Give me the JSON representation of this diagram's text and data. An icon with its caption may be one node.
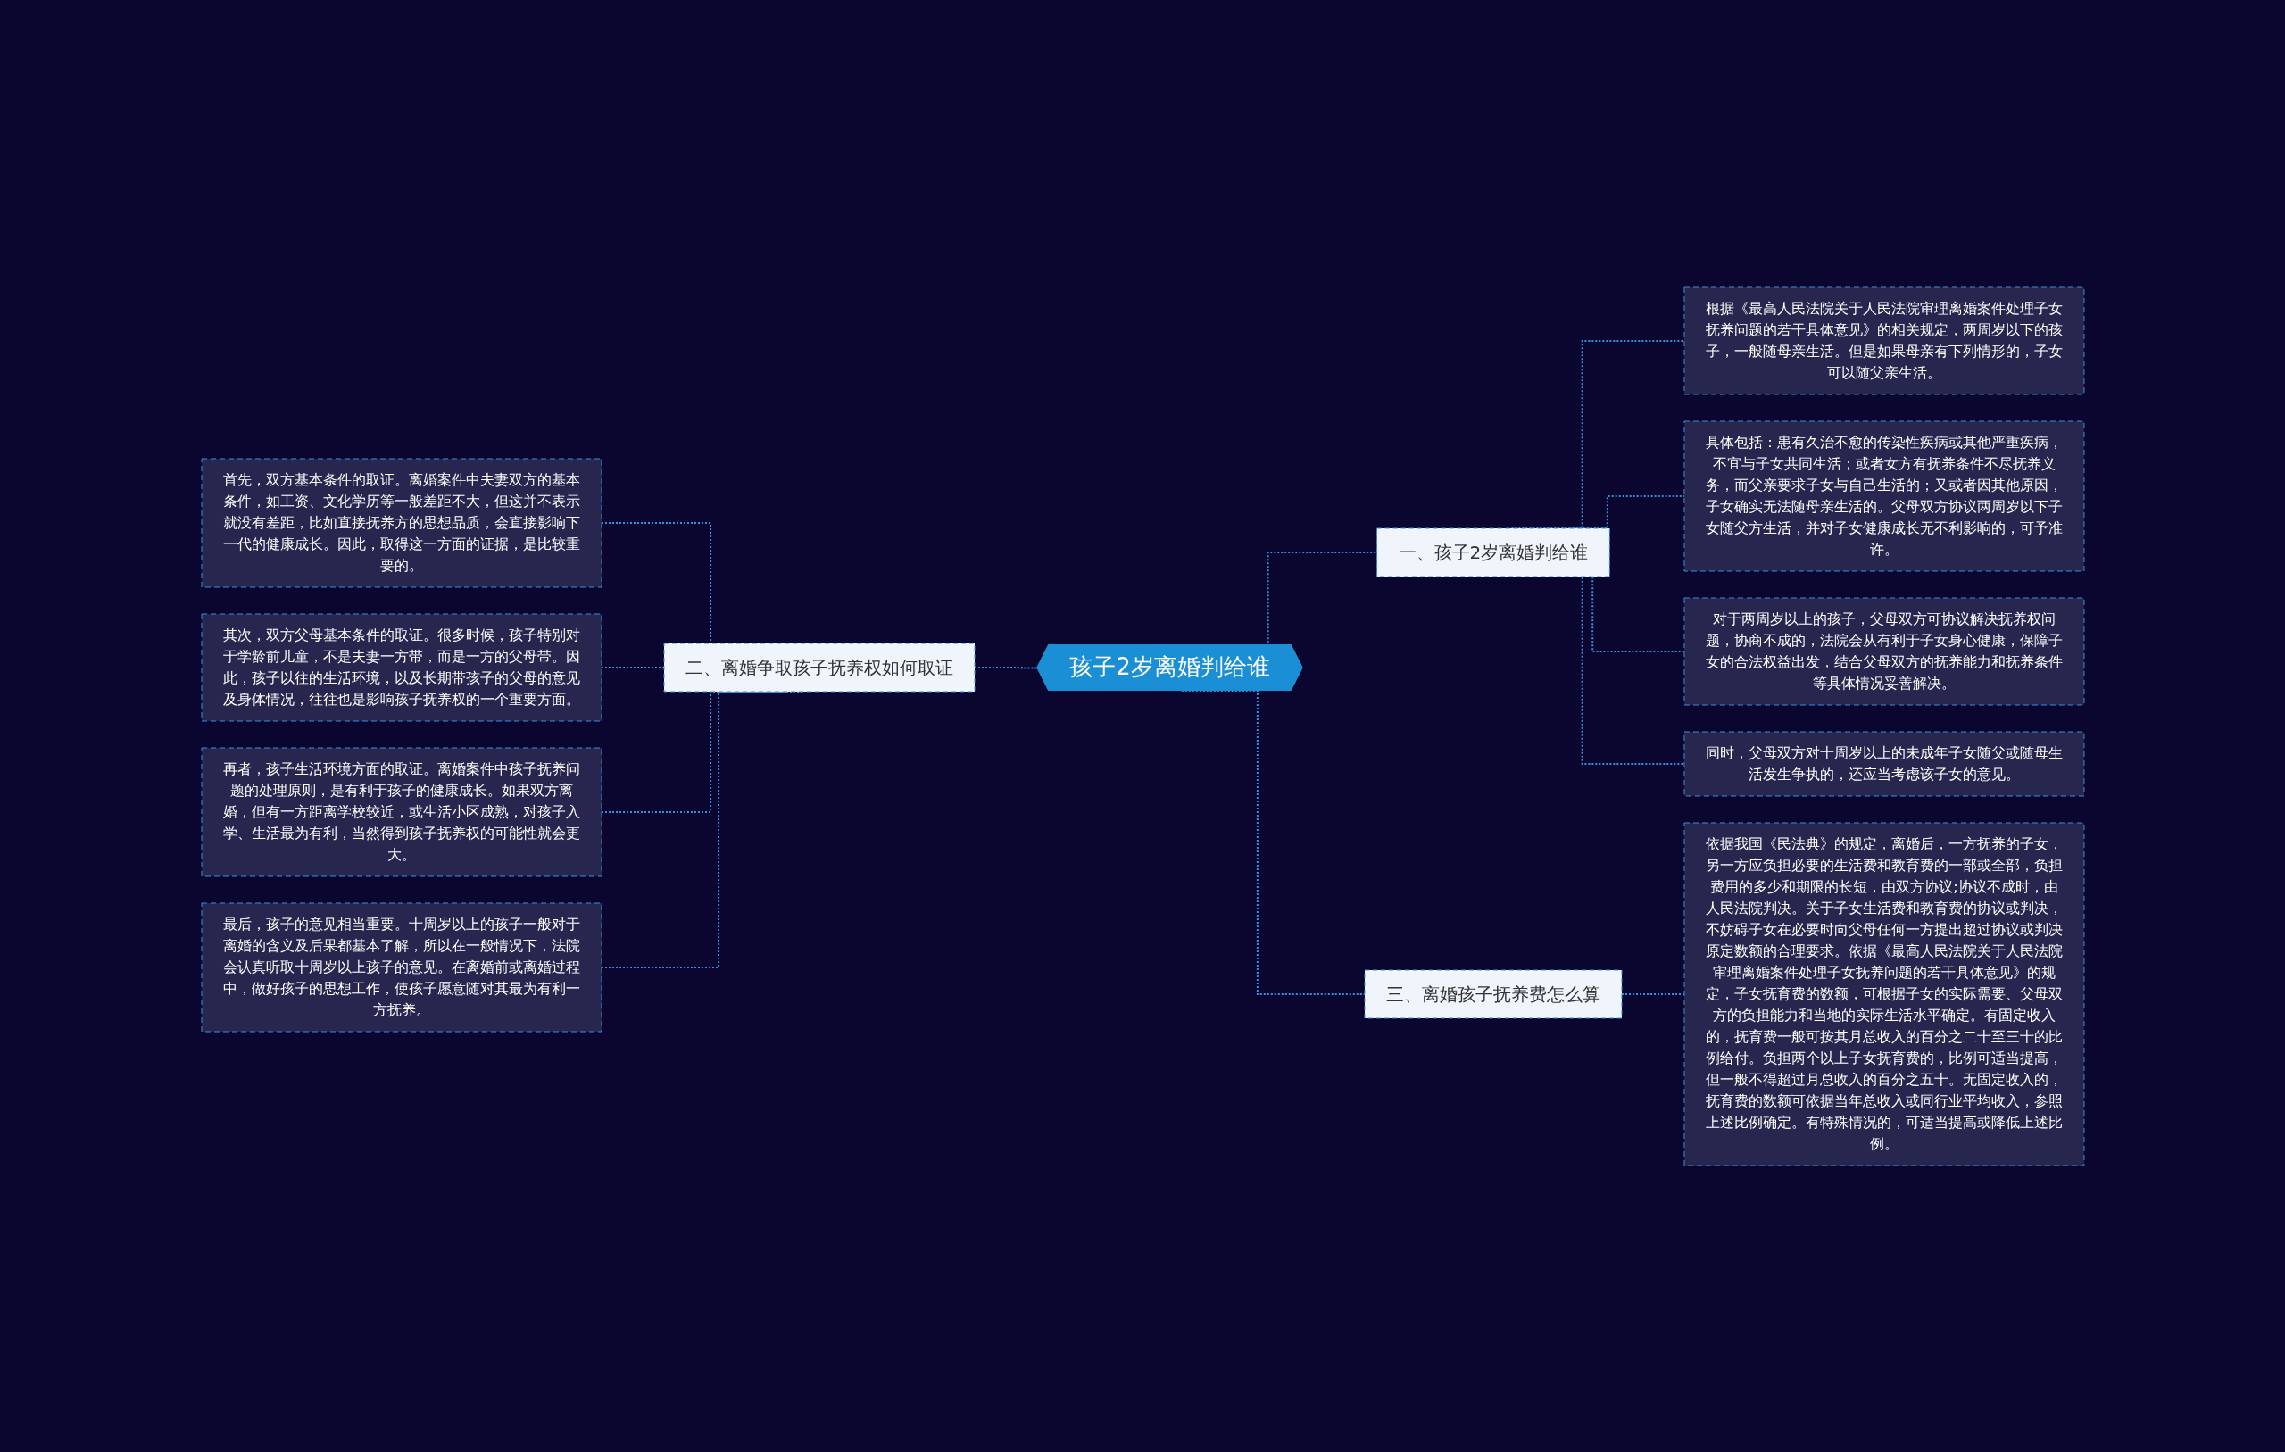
{
  "diagram": {
    "nodes": [
      {
        "text": [
          "孩子2岁离婚判给谁"
        ]
      },
      {
        "text": [
          "一、孩子2岁离婚判给谁"
        ]
      },
      {
        "text": [
          "根据《最高人民法院关于人民法院审理离婚案件处理子女抚养问题的若干具体意见》的相关规定，两周岁以下的孩子，一般随母亲生活。但是如果母亲有下列情形的，子女可以随父亲生活。"
        ]
      },
      {
        "text": [
          "具体包括：患有久治不愈的传染性疾病或其他严重疾病，不宜与子女共同生活；或者女方有抚养条件不尽抚养义务，而父亲要求子女与自己生活的；又或者因其他原因，子女确实无法随母亲生活的。父母双方协议两周岁以下子女随父方生活，并对子女健康成长无不利影响的，可予准许。"
        ]
      },
      {
        "text": [
          "对于两周岁以上的孩子，父母双方可协议解决抚养权问题，协商不成的，法院会从有利于子女身心健康，保障子女的合法权益出发，结合父母双方的抚养能力和抚养条件等具体情况妥善解决。"
        ]
      },
      {
        "text": [
          "同时，父母双方对十周岁以上的未成年子女随父或随母生活发生争执的，还应当考虑该子女的意见。"
        ]
      },
      {
        "text": [
          "二、离婚争取孩子抚养权如何取证"
        ]
      },
      {
        "text": [
          "首先，双方基本条件的取证。离婚案件中夫妻双方的基本条件，如工资、文化学历等一般差距不大，但这并不表示就没有差距，比如直接抚养方的思想品质，会直接影响下一代的健康成长。因此，取得这一方面的证据，是比较重要的。"
        ]
      },
      {
        "text": [
          "其次，双方父母基本条件的取证。很多时候，孩子特别对于学龄前儿童，不是夫妻一方带，而是一方的父母带。因此，孩子以往的生活环境，以及长期带孩子的父母的意见及身体情况，往往也是影响孩子抚养权的一个重要方面。"
        ]
      },
      {
        "text": [
          "再者，孩子生活环境方面的取证。离婚案件中孩子抚养问题的处理原则，是有利于孩子的健康成长。如果双方离婚，但有一方距离学校较近，或生活小区成熟，对孩子入学、生活最为有利，当然得到孩子抚养权的可能性就会更大。"
        ]
      },
      {
        "text": [
          "最后，孩子的意见相当重要。十周岁以上的孩子一般对于离婚的含义及后果都基本了解，所以在一般情况下，法院会认真听取十周岁以上孩子的意见。在离婚前或离婚过程中，做好孩子的思想工作，使孩子愿意随对其最为有利一方抚养。"
        ]
      },
      {
        "text": [
          "三、离婚孩子抚养费怎么算"
        ]
      },
      {
        "text": [
          "依据我国《民法典》的规定，离婚后，一方抚养的子女，另一方应负担必要的生活费和教育费的一部或全部，负担费用的多少和期限的长短，由双方协议;协议不成时，由人民法院判决。关于子女生活费和教育费的协议或判决，不妨碍子女在必要时向父母任何一方提出超过协议或判决原定数额的合理要求。依据《最高人民法院关于人民法院审理离婚案件处理子女抚养问题的若干具体意见》的规定，子女抚育费的数额，可根据子女的实际需要、父母双方的负担能力和当地的实际生活水平确定。有固定收入的，抚育费一般可按其月总收入的百分之二十至三十的比例给付。负担两个以上子女抚育费的，比例可适当提高，但一般不得超过月总收入的百分之五十。无固定收入的，抚育费的数额可依据当年总收入或同行业平均收入，参照上述比例确定。有特殊情况的，可适当提高或降低上述比例。"
        ]
      }
    ],
    "edges": [
      {
        "from": 0,
        "to": 1,
        "arrow": "none",
        "style": "dashed"
      },
      {
        "from": 1,
        "to": 2,
        "arrow": "none",
        "style": "dashed"
      },
      {
        "from": 1,
        "to": 3,
        "arrow": "none",
        "style": "dashed"
      },
      {
        "from": 1,
        "to": 4,
        "arrow": "none",
        "style": "dashed"
      },
      {
        "from": 1,
        "to": 5,
        "arrow": "none",
        "style": "dashed"
      },
      {
        "from": 0,
        "to": 6,
        "arrow": "none",
        "style": "dashed"
      },
      {
        "from": 6,
        "to": 7,
        "arrow": "none",
        "style": "dashed"
      },
      {
        "from": 6,
        "to": 8,
        "arrow": "none",
        "style": "dashed"
      },
      {
        "from": 6,
        "to": 9,
        "arrow": "none",
        "style": "dashed"
      },
      {
        "from": 6,
        "to": 10,
        "arrow": "none",
        "style": "dashed"
      },
      {
        "from": 0,
        "to": 11,
        "arrow": "none",
        "style": "dashed"
      },
      {
        "from": 11,
        "to": 12,
        "arrow": "none",
        "style": "dashed"
      }
    ]
  }
}
